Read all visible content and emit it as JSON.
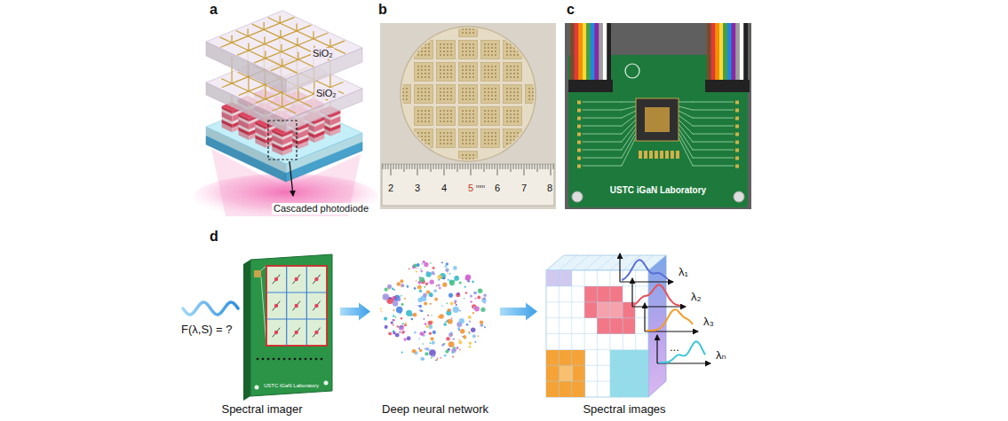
{
  "diagram": {
    "nodes": [
      {
        "text": [
          "Spectral imager"
        ]
      },
      {
        "text": [
          "Deep neural network"
        ]
      },
      {
        "text": [
          "Spectral images"
        ]
      }
    ],
    "edges": [
      {
        "from": 0,
        "to": 1,
        "arrow": "to"
      },
      {
        "from": 1,
        "to": 2,
        "arrow": "to"
      }
    ],
    "labels": [
      "a",
      "SiO₂",
      "SiO₂",
      "Cascaded photodiode",
      "b",
      "2",
      "3",
      "4",
      "5",
      "6",
      "7",
      "8",
      "mm",
      "c",
      "USTC iGaN Laboratory",
      "d",
      "F(λ,S) = ?",
      "USTC iGaN Laboratory",
      "λ₁",
      "λ₂",
      "λ₃",
      "...",
      "λₙ"
    ]
  }
}
